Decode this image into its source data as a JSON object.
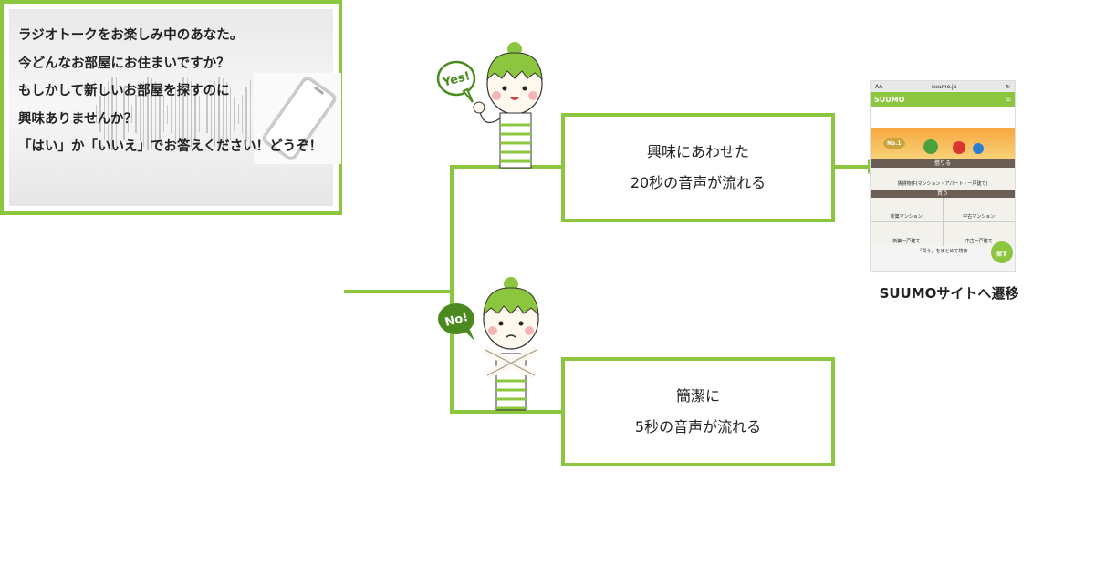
{
  "left_box": {
    "lines": [
      "ラジオトークをお楽しみ中のあなた。",
      "今どんなお部屋にお住まいですか？",
      "もしかして新しいお部屋を探すのに",
      "興味ありませんか？",
      "「はい」か「いいえ」でお答えください！どうぞ！"
    ]
  },
  "yes_branch": {
    "bubble": "Yes!",
    "lines": [
      "興味にあわせた",
      "20秒の音声が流れる"
    ]
  },
  "no_branch": {
    "bubble": "No!",
    "lines": [
      "簡潔に",
      "5秒の音声が流れる"
    ]
  },
  "site": {
    "url": "suumo.jp",
    "aa": "AA",
    "logo": "SUUMO",
    "banner_badge": "No.1",
    "section1": "借りる",
    "rent_item": "賃貸物件(マンション・アパート・一戸建て)",
    "section2": "買う",
    "items": [
      "新築マンション",
      "中古マンション",
      "新築一戸建て",
      "中古一戸建て"
    ],
    "bottom": "「買う」をまとめて検索",
    "fab": "探す",
    "caption": "SUUMOサイトへ遷移"
  },
  "colors": {
    "accent": "#8cc63f",
    "dark_green": "#4a8a1e"
  }
}
